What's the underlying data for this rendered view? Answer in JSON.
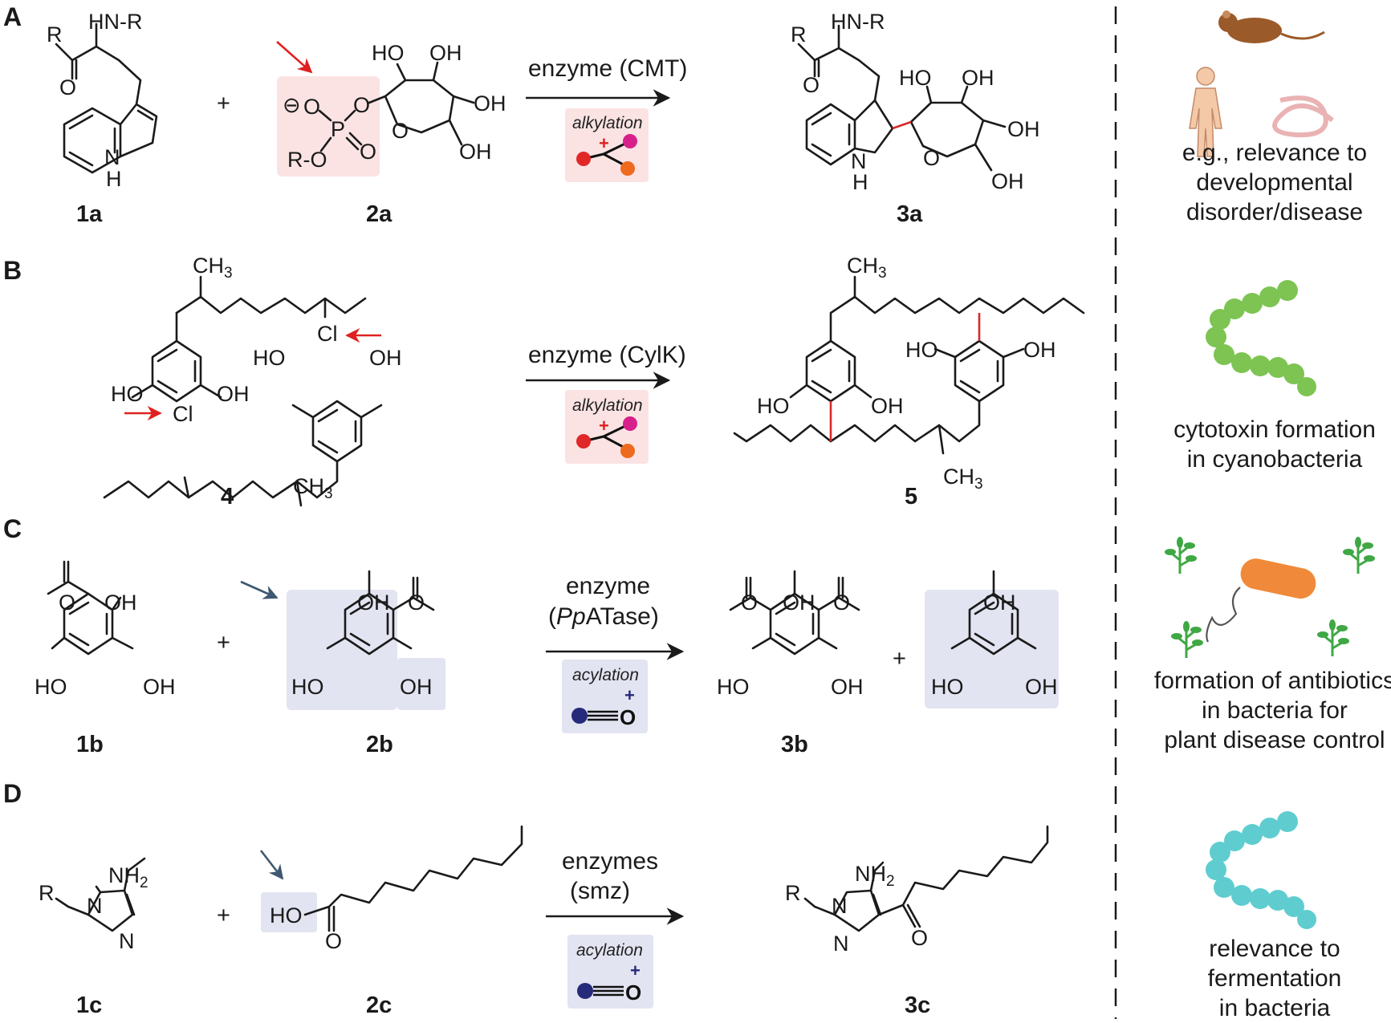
{
  "panels": {
    "A": {
      "letter": "A",
      "reactant1": "1a",
      "reactant2": "2a",
      "product": "3a",
      "plus": "+",
      "enzyme": "enzyme (CMT)",
      "mechanism": "alkylation",
      "relevance": [
        "e.g., relevance to",
        "developmental",
        "disorder/disease"
      ]
    },
    "B": {
      "letter": "B",
      "reactant": "4",
      "product": "5",
      "enzyme": "enzyme (CylK)",
      "mechanism": "alkylation",
      "relevance": [
        "cytotoxin formation",
        "in cyanobacteria"
      ]
    },
    "C": {
      "letter": "C",
      "reactant1": "1b",
      "reactant2": "2b",
      "product": "3b",
      "plus": "+",
      "enzyme_line1": "enzyme",
      "enzyme_line2_italic": "Pp",
      "enzyme_line2_rest": "ATase)",
      "enzyme_line2_open": "(",
      "mechanism": "acylation",
      "relevance": [
        "formation of antibiotics",
        "in bacteria for",
        "plant disease control"
      ]
    },
    "D": {
      "letter": "D",
      "reactant1": "1c",
      "reactant2": "2c",
      "product": "3c",
      "plus": "+",
      "enzyme_line1": "enzymes",
      "enzyme_line2": "(smz)",
      "mechanism": "acylation",
      "relevance": [
        "relevance to",
        "fermentation",
        "in bacteria"
      ]
    }
  },
  "atoms": {
    "R": "R",
    "HN_R": "HN-R",
    "O": "O",
    "N": "N",
    "H": "H",
    "HO": "HO",
    "OH": "OH",
    "P": "P",
    "RO": "R-O",
    "minus": "⊖",
    "Cl": "Cl",
    "CH3": "CH",
    "sub3": "3",
    "NH2": "NH",
    "sub2": "2",
    "plus_charge": "+"
  },
  "colors": {
    "red_arrow": "#e02020",
    "red_highlight": "#fbe3e3",
    "blue_arrow": "#3e5870",
    "blue_highlight": "#e3e4f2",
    "new_bond": "#d62a2a",
    "cyanobacteria": "#7dc452",
    "fermenting_bacteria": "#5fcdd0",
    "plant": "#3fa845",
    "bacterium": "#f08a3a"
  },
  "icons": [
    "mouse-icon",
    "human-icon",
    "worm-icon",
    "cyanobacteria-icon",
    "plant-icon",
    "bacterium-icon",
    "fermenting-bacteria-icon"
  ]
}
